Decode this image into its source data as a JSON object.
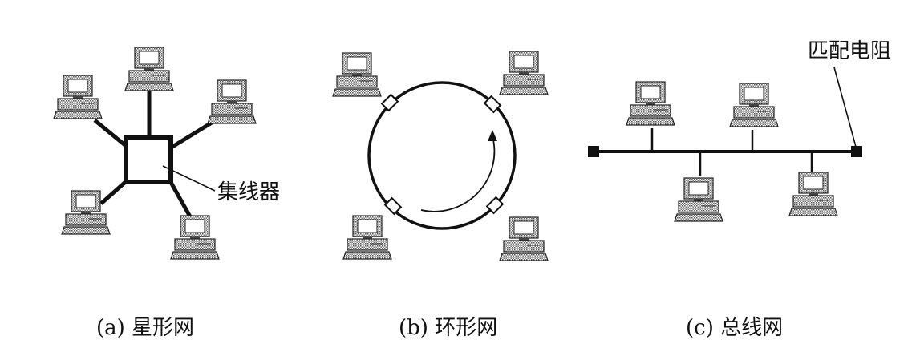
{
  "star": {
    "caption": "(a) 星形网",
    "hub_label": "集线器"
  },
  "ring": {
    "caption": "(b) 环形网"
  },
  "bus": {
    "caption": "(c) 总线网",
    "terminator_label": "匹配电阻"
  }
}
